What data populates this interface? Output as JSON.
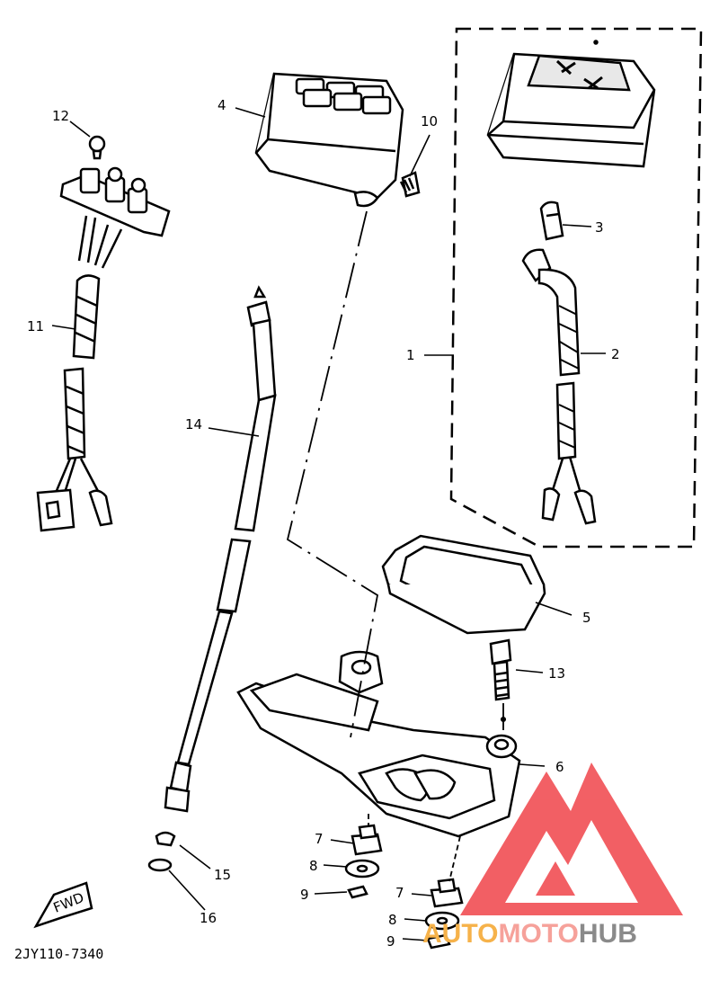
{
  "diagram": {
    "part_code": "2JY110-7340",
    "fwd_label": "FWD",
    "callouts": [
      "1",
      "2",
      "3",
      "4",
      "5",
      "6",
      "7",
      "8",
      "9",
      "10",
      "11",
      "12",
      "13",
      "14",
      "15",
      "16",
      "7",
      "8",
      "9"
    ]
  },
  "watermark": {
    "brand_part1": "AUTO",
    "brand_part2": "MOTO",
    "brand_part3": "HUB",
    "colors": {
      "red": "#f0444a",
      "salmon": "#f6a19a",
      "orange": "#f6b24a",
      "gray": "#8a8a8a"
    }
  }
}
